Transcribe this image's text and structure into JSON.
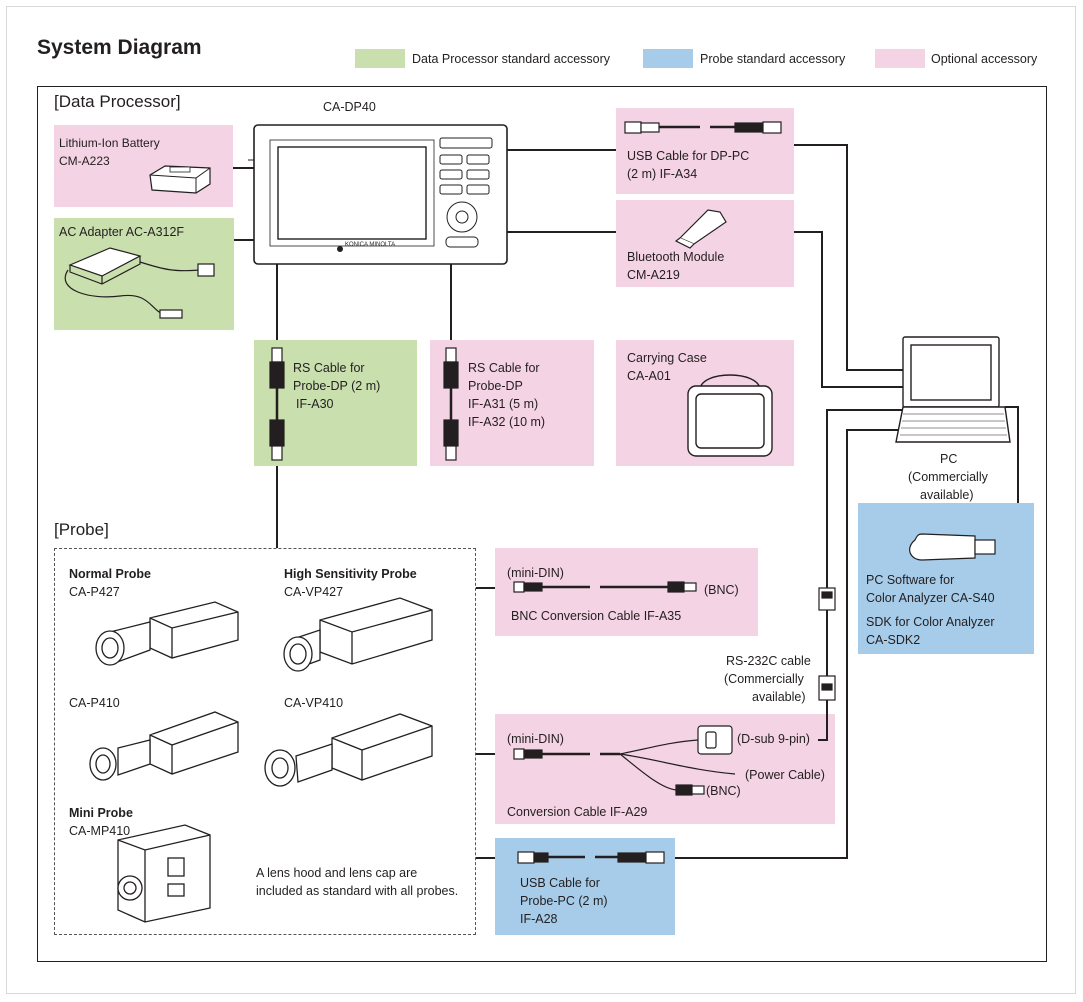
{
  "title": "System Diagram",
  "legend": [
    {
      "label": "Data Processor standard accessory",
      "color": "#c9dfae"
    },
    {
      "label": "Probe standard accessory",
      "color": "#a7cce9"
    },
    {
      "label": "Optional accessory",
      "color": "#f4d3e4"
    }
  ],
  "sections": {
    "data_processor": "[Data Processor]",
    "probe": "[Probe]"
  },
  "data_processor": {
    "model": "CA-DP40",
    "brand": "KONICA MINOLTA"
  },
  "boxes": {
    "battery": {
      "line1": "Lithium-Ion Battery",
      "line2": "CM-A223"
    },
    "ac_adapter": {
      "line1": "AC Adapter AC-A312F"
    },
    "rs_cable_2m": {
      "line1": "RS Cable for",
      "line2": "Probe-DP (2 m)",
      "line3": "IF-A30"
    },
    "rs_cable_long": {
      "line1": "RS Cable for",
      "line2": "Probe-DP",
      "line3": "IF-A31 (5 m)",
      "line4": "IF-A32 (10 m)"
    },
    "carrying_case": {
      "line1": "Carrying Case",
      "line2": "CA-A01"
    },
    "usb_dp_pc": {
      "line1": "USB Cable for DP-PC",
      "line2": "(2 m) IF-A34"
    },
    "bluetooth": {
      "line1": "Bluetooth Module",
      "line2": "CM-A219"
    },
    "bnc_cable": {
      "left": "(mini-DIN)",
      "right": "(BNC)",
      "name": "BNC Conversion Cable IF-A35"
    },
    "conv_cable": {
      "left": "(mini-DIN)",
      "dsub": "(D-sub 9-pin)",
      "power": "(Power Cable)",
      "bnc": "(BNC)",
      "name": "Conversion Cable IF-A29"
    },
    "usb_probe_pc": {
      "line1": "USB Cable for",
      "line2": "Probe-PC (2 m)",
      "line3": "IF-A28"
    },
    "software": {
      "line1": "PC Software for",
      "line2": "Color Analyzer CA-S40",
      "line3": "SDK for Color Analyzer",
      "line4": "CA-SDK2"
    }
  },
  "pc": {
    "line1": "PC",
    "line2": "(Commercially",
    "line3": "available)"
  },
  "rs232c": {
    "line1": "RS-232C cable",
    "line2": "(Commercially",
    "line3": "available)"
  },
  "probes": {
    "normal_title": "Normal Probe",
    "normal_model1": "CA-P427",
    "normal_model2": "CA-P410",
    "hs_title": "High Sensitivity Probe",
    "hs_model1": "CA-VP427",
    "hs_model2": "CA-VP410",
    "mini_title": "Mini Probe",
    "mini_model": "CA-MP410",
    "note1": "A lens hood and lens cap are",
    "note2": "included as standard with all probes."
  }
}
